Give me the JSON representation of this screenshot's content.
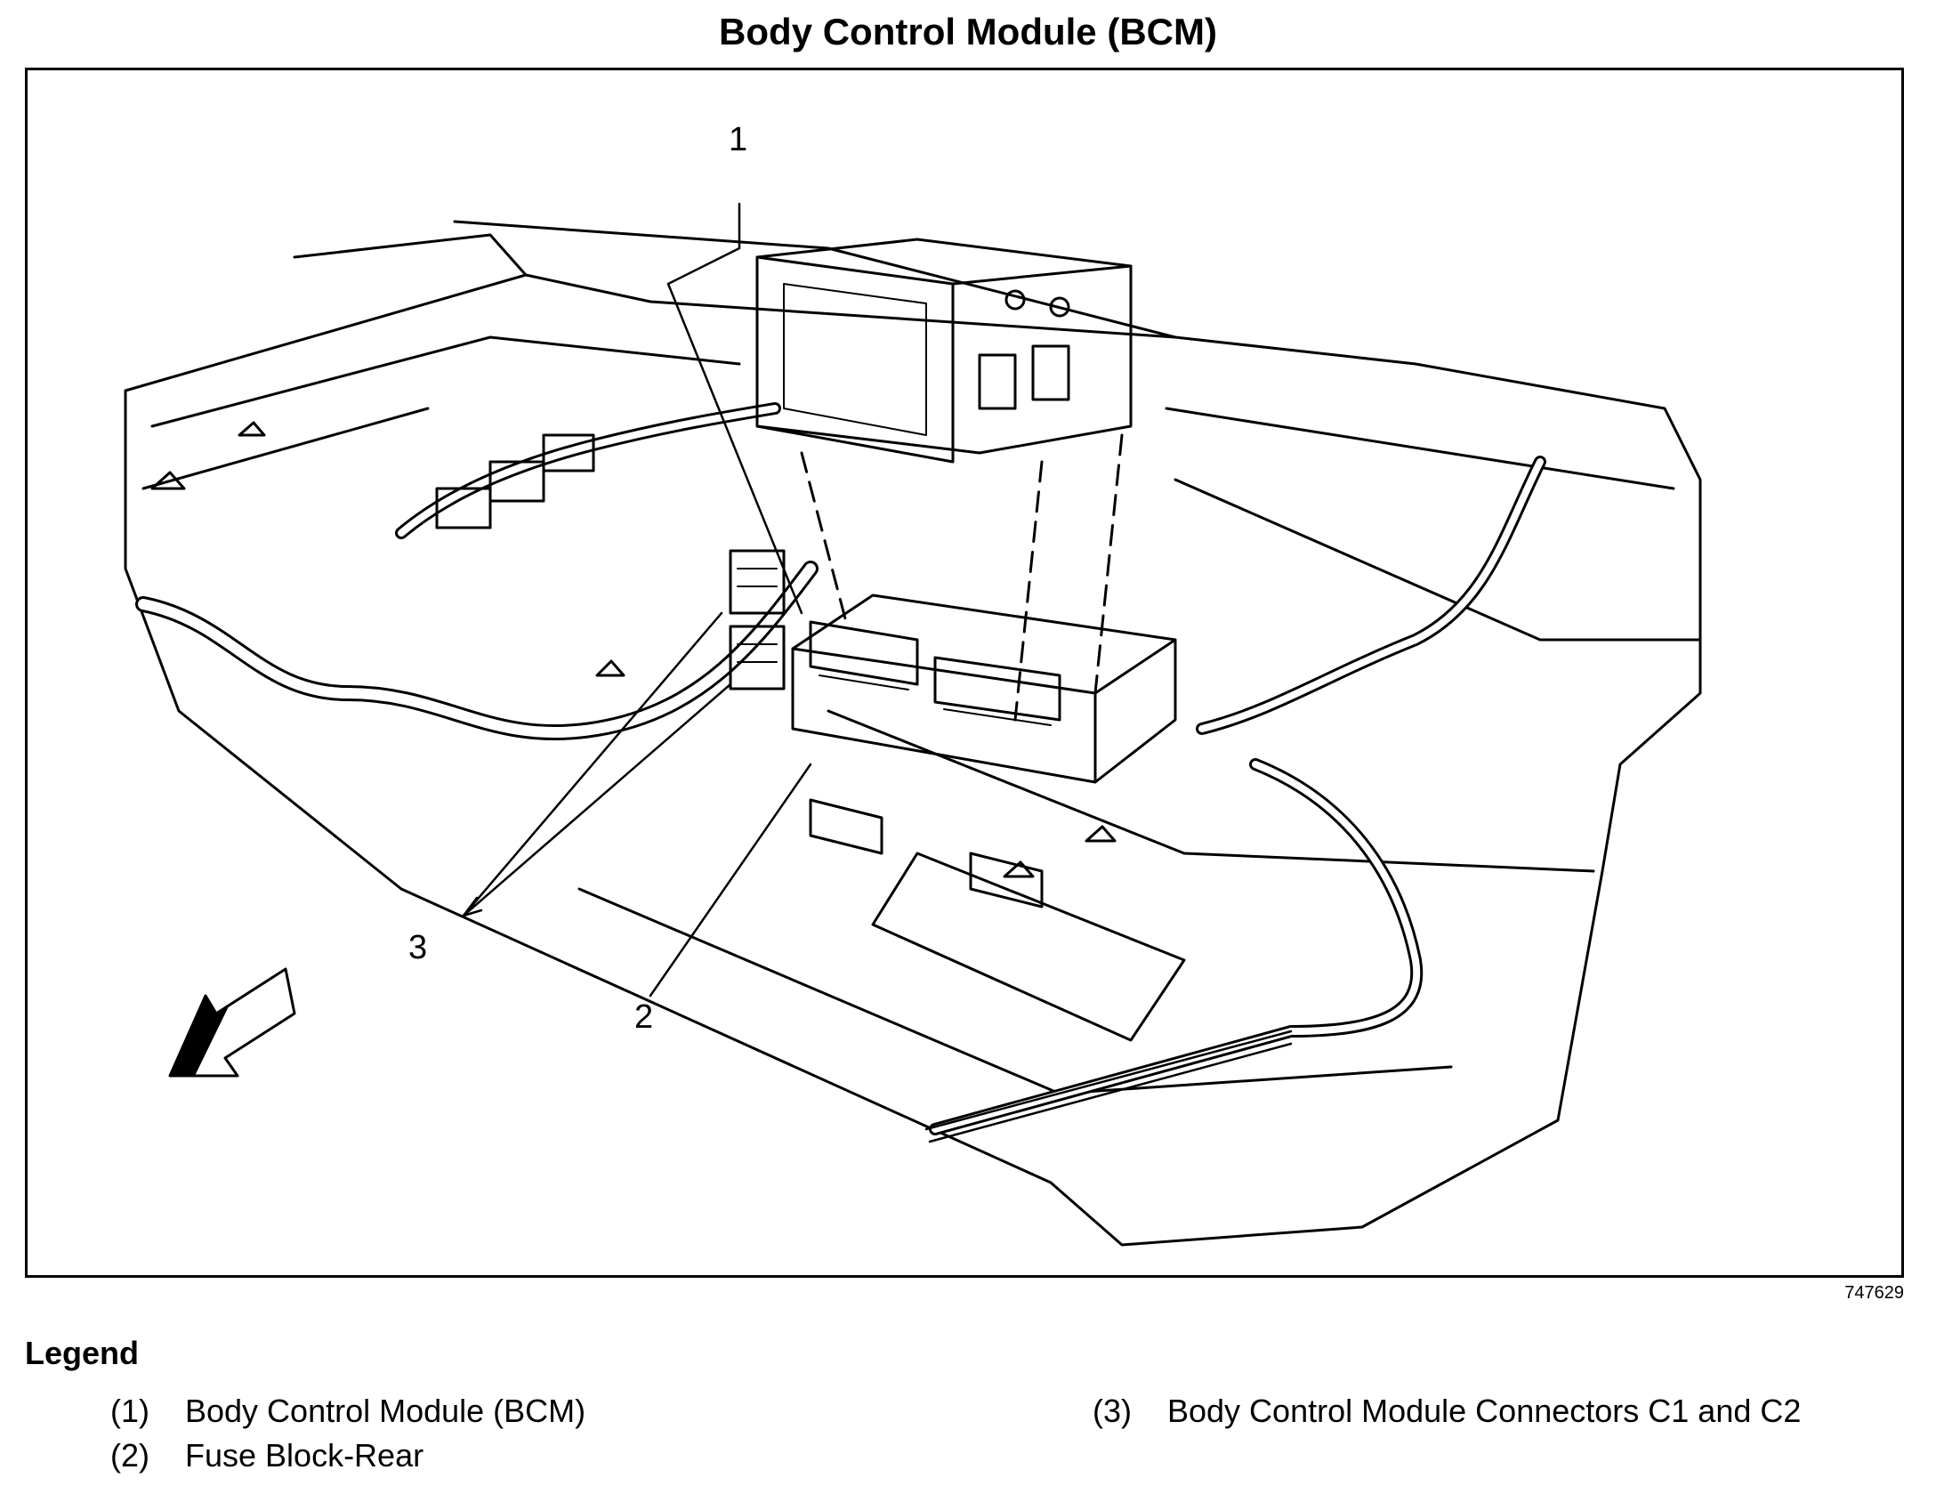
{
  "title": "Body Control Module (BCM)",
  "figure_id": "747629",
  "callouts": [
    "1",
    "2",
    "3"
  ],
  "legend": {
    "heading": "Legend",
    "items": [
      {
        "num": "(1)",
        "text": "Body Control Module (BCM)"
      },
      {
        "num": "(2)",
        "text": "Fuse Block-Rear"
      },
      {
        "num": "(3)",
        "text": "Body Control Module Connectors C1 and C2"
      }
    ]
  }
}
